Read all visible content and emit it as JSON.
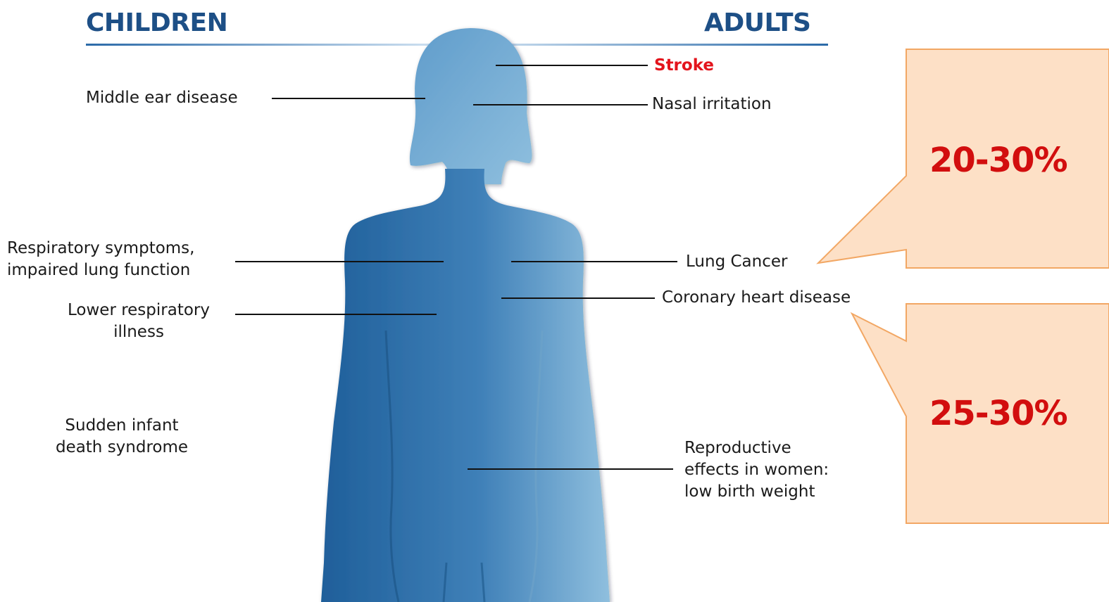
{
  "headings": {
    "children": "CHILDREN",
    "adults": "ADULTS"
  },
  "children_effects": {
    "middle_ear": "Middle ear disease",
    "respiratory_line1": "Respiratory symptoms,",
    "respiratory_line2": "impaired lung function",
    "lower_respiratory_line1": "Lower respiratory",
    "lower_respiratory_line2": "illness",
    "sids_line1": "Sudden infant",
    "sids_line2": "death syndrome"
  },
  "adult_effects": {
    "stroke": "Stroke",
    "nasal": "Nasal irritation",
    "lung_cancer": "Lung Cancer",
    "coronary": "Coronary heart disease",
    "reproductive_line1": "Reproductive",
    "reproductive_line2": "effects in women:",
    "reproductive_line3": "low birth weight"
  },
  "callouts": {
    "lung_cancer_risk": "20-30%",
    "coronary_risk": "25-30%"
  },
  "colors": {
    "heading": "#1d4f86",
    "rule": "#2b6aa8",
    "stroke_label": "#e3141c",
    "body_dark": "#1f5f9a",
    "body_light": "#8fbfde",
    "callout_fill": "#fde0c6",
    "callout_border": "#f2a764",
    "callout_text": "#d20e0e"
  },
  "icons": {
    "figure": "human-silhouette-icon"
  }
}
